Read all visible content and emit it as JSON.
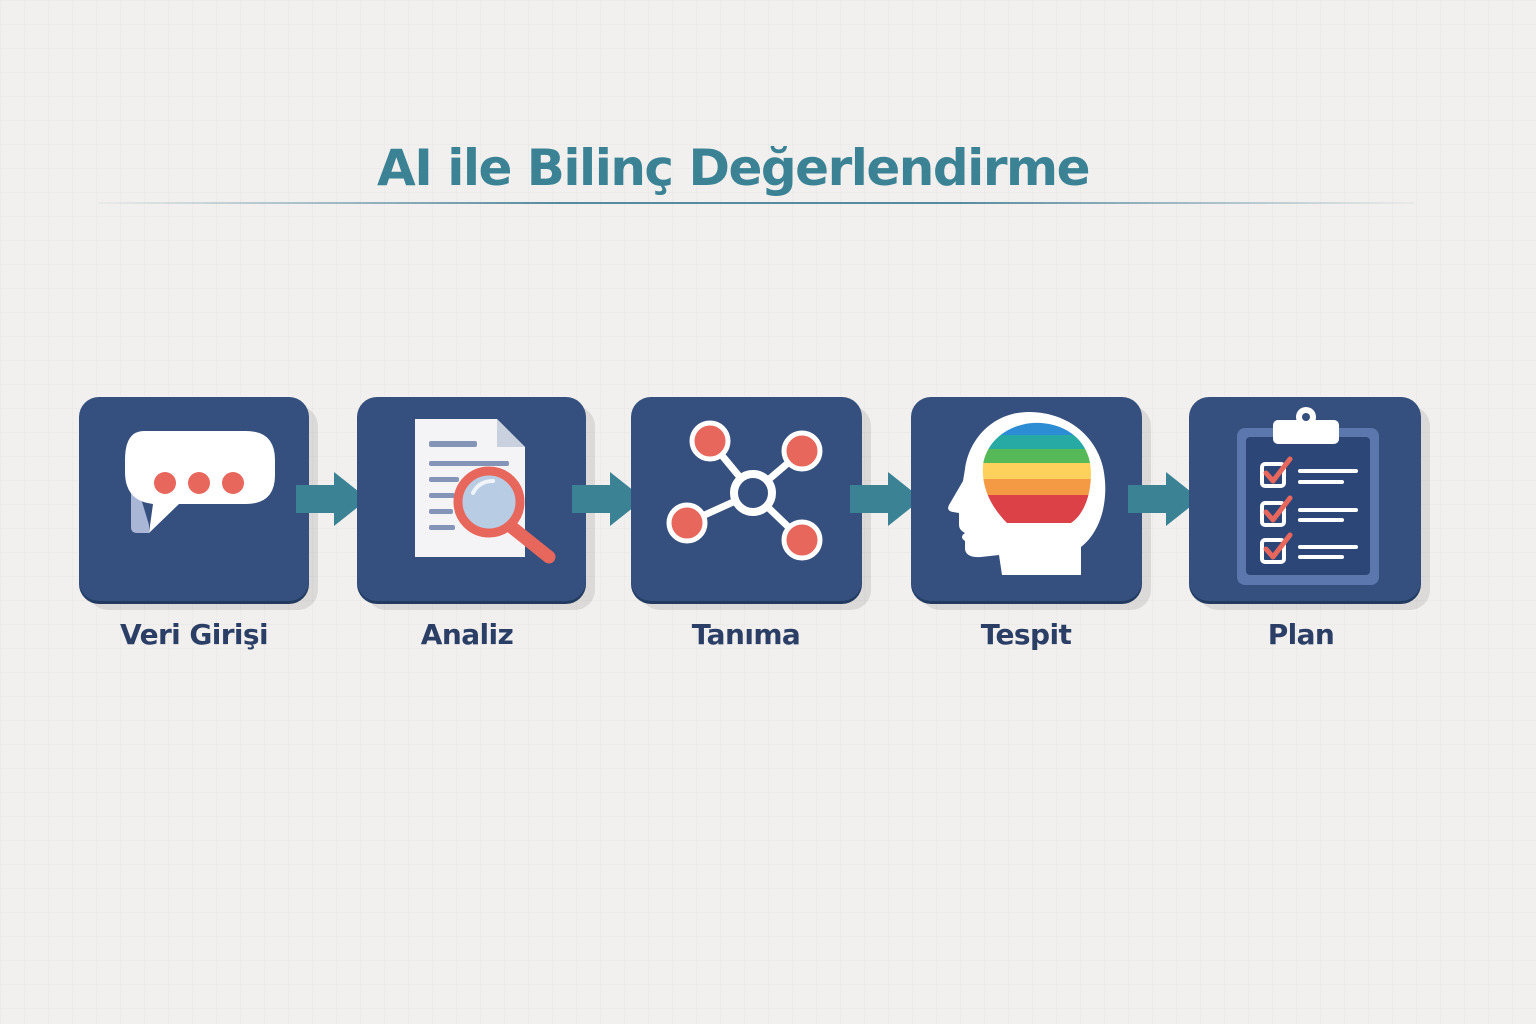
{
  "title": "AI ile Bilinç Değerlendirme",
  "steps": [
    {
      "label": "Veri Girişi",
      "icon": "speech-bubble-icon"
    },
    {
      "label": "Analiz",
      "icon": "document-magnifier-icon"
    },
    {
      "label": "Tanıma",
      "icon": "network-nodes-icon"
    },
    {
      "label": "Tespit",
      "icon": "rainbow-brain-head-icon"
    },
    {
      "label": "Plan",
      "icon": "checklist-clipboard-icon"
    }
  ],
  "colors": {
    "card": "#35507e",
    "arrow": "#3a8294",
    "accent": "#e8675c",
    "title": "#3a8294",
    "label": "#2b3f66"
  }
}
